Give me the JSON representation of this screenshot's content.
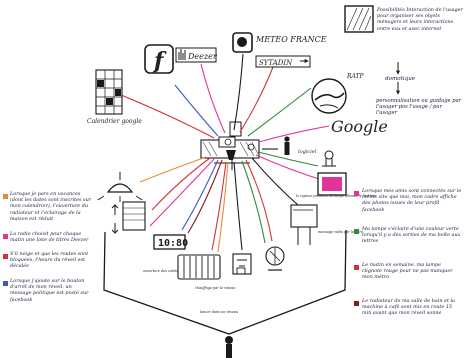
{
  "colors": {
    "ink": "#1a1a1a",
    "red": "#d4333a",
    "orange": "#e58b3a",
    "pink": "#e0349a",
    "blue": "#3a57c9",
    "green": "#2f8a3a",
    "darkred": "#8a1a1a"
  },
  "labels": {
    "calendar": "Calendrier google",
    "facebook": "f",
    "deezer": "Deezer",
    "meteo_france": "METEO FRANCE",
    "syadin": "SYTADIN",
    "ratp": "RATP",
    "google": "Google",
    "logiciel": "logiciel",
    "clock": "10:80",
    "radio_note": "message radio par le faire",
    "sensor_note": "le capteur présence du lampe allumée le l'arrivée",
    "shutter_note": "ouverture des volets",
    "heater_note": "chauffage par le réseau",
    "coffee_note": "lancer dans un réseau"
  },
  "legend": {
    "l1": "Possibilités Interaction de l'usager pour organiser ses objets ménagers et leurs interactions entre eux et avec internet",
    "l2": "domotique",
    "l3": "personnalisation ou guidage par l'usager pas l'usage / par l'usager"
  },
  "left_notes": [
    "Lorsque je pars en vacances (dont les dates sont inscrites sur mon calendrier), l'ouverture du radiateur et l'éclairage de la maison est réduit",
    "La radio choisit pour chaque matin une liste de titres Deezer",
    "S'il neige et que les routes sont bloquées, l'heure du réveil est décalée",
    "Lorsque j'ajoute sur le bouton d'arrêt de mon réveil, un message politique est posté sur facebook"
  ],
  "right_notes": [
    "Lorsque mes amis sont connectés sur le même site que moi, mon cadre affiche des photos issues de leur profil facebook",
    "Ma lampe s'éclaire d'une couleur verte lorsqu'il y a des sorties de ma boîte aux lettres",
    "Le matin en semaine, ma lampe clignote rouge pour ne pas manquer mon métro",
    "Le radiateur de ma salle de bain et la machine à café sont mis en route 15 min avant que mon réveil sonne"
  ]
}
